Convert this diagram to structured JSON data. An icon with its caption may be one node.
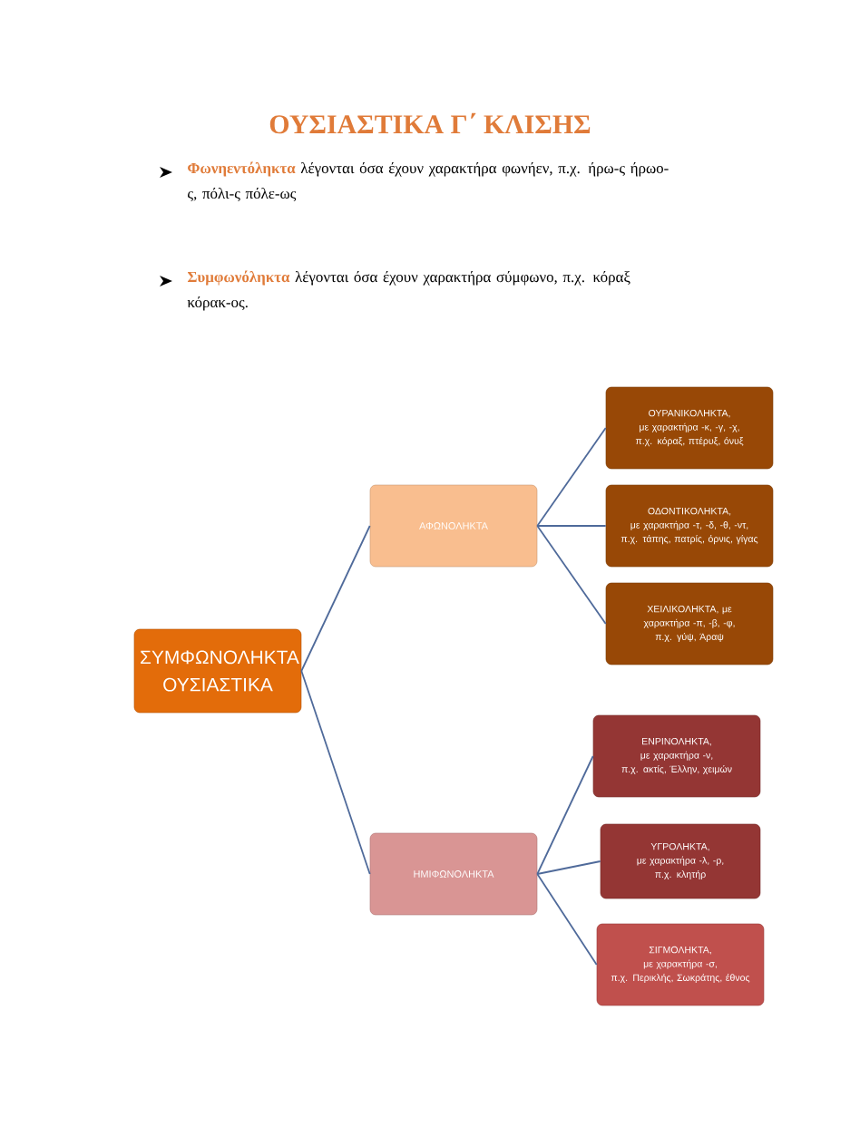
{
  "diagram": {
    "title": "ΟΥΣΙΑΣΤΙΚΑ Γ΄ ΚΛΙΣΗΣ",
    "labels": [
      "**Φωνηεντόληκτα** λέγονται όσα έχουν χαρακτήρα φωνήεν, π.χ. ήρω-ς ήρωο-ς, πόλι-ς πόλε-ως",
      "**Συμφωνόληκτα** λέγονται όσα έχουν χαρακτήρα σύμφωνο, π.χ. κόραξ κόρακ-ος."
    ],
    "nodes": [
      {
        "text": [
          "ΣΥΜΦΩΝΟΛΗΚΤΑ ΟΥΣΙΑΣΤΙΚΑ"
        ]
      },
      {
        "text": [
          "ΑΦΩΝΟΛΗΚΤΑ"
        ]
      },
      {
        "text": [
          "ΗΜΙΦΩΝΟΛΗΚΤΑ"
        ]
      },
      {
        "text": [
          "ΟΥΡΑΝΙΚΟΛΗΚΤΑ,",
          "με χαρακτήρα -κ, -γ, -χ,",
          "π.χ. κόραξ, πτέρυξ, όνυξ"
        ]
      },
      {
        "text": [
          "ΟΔΟΝΤΙΚΟΛΗΚΤΑ,",
          "με χαρακτήρα -τ, -δ, -θ, -ντ,",
          "π.χ. τάπης, πατρίς, όρνις, γίγας"
        ]
      },
      {
        "text": [
          "ΧΕΙΛΙΚΟΛΗΚΤΑ, με χαρακτήρα -π, -β, -φ,",
          "π.χ. γύψ, Άραψ"
        ]
      },
      {
        "text": [
          "ΕΝΡΙΝΟΛΗΚΤΑ,",
          "με χαρακτήρα -ν,",
          "π.χ. ακτίς, Έλλην, χειμών"
        ]
      },
      {
        "text": [
          "ΥΓΡΟΛΗΚΤΑ,",
          "με χαρακτήρα -λ, -ρ,",
          "π.χ. κλητήρ"
        ]
      },
      {
        "text": [
          "ΣΙΓΜΟΛΗΚΤΑ,",
          "με χαρακτήρα -σ,",
          "π.χ. Περικλής, Σωκράτης, έθνος"
        ]
      }
    ],
    "edges": [
      {
        "from": 0,
        "to": 1,
        "arrow": "none"
      },
      {
        "from": 0,
        "to": 2,
        "arrow": "none"
      },
      {
        "from": 1,
        "to": 3,
        "arrow": "none"
      },
      {
        "from": 1,
        "to": 4,
        "arrow": "none"
      },
      {
        "from": 1,
        "to": 5,
        "arrow": "none"
      },
      {
        "from": 2,
        "to": 6,
        "arrow": "none"
      },
      {
        "from": 2,
        "to": 7,
        "arrow": "none"
      },
      {
        "from": 2,
        "to": 8,
        "arrow": "none"
      }
    ]
  }
}
